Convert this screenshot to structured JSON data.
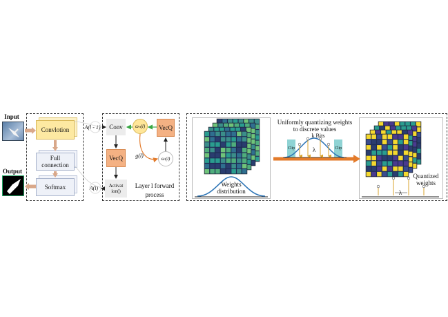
{
  "labels": {
    "input": "Input",
    "output": "Output",
    "conv_block": "Convlotion",
    "fc_block_line1": "Full",
    "fc_block_line2": "connection",
    "softmax_block": "Softmax",
    "a_l_minus_1": "A(l - 1)",
    "a_l": "A(l)",
    "conv": "Conv",
    "vecq_left": "VecQ",
    "vecq_right": "VecQ",
    "activation_line1": "Activat",
    "activation_line2": "ion()",
    "omega_q": "ωₙ(l)",
    "omega_f": "ωₗ(l)",
    "g_l": "g(l)",
    "layer_line1": "Layer l  forward",
    "layer_line2": "process",
    "weights_line1": "Weights",
    "weights_line2": "distribution",
    "uniform_line1": "Uniformly quantizing weights",
    "uniform_line2": "to discrete values",
    "k_bits": "k Bits",
    "clip_left": "Clip",
    "clip_right": "Clip",
    "lambda_mid": "λ",
    "lambda_bottom": "λ",
    "quantized_line1": "Quantized",
    "quantized_line2": "weights"
  },
  "colors": {
    "conv_fill": "#fde9a2",
    "layer_gray": "#ececec",
    "vecq_fill": "#f4b183",
    "omega_q_fill": "#ffe699",
    "green_arrow": "#3aa845",
    "orange_arrow": "#e37b2b",
    "tan_arrow": "#d9a88a",
    "blue_curve": "#2e75b6",
    "clip_fill": "#8fd3d4",
    "grid_dark": "#2a3d6f",
    "grid_teal": "#2a9d8f",
    "grid_yellow": "#f5d92e"
  }
}
